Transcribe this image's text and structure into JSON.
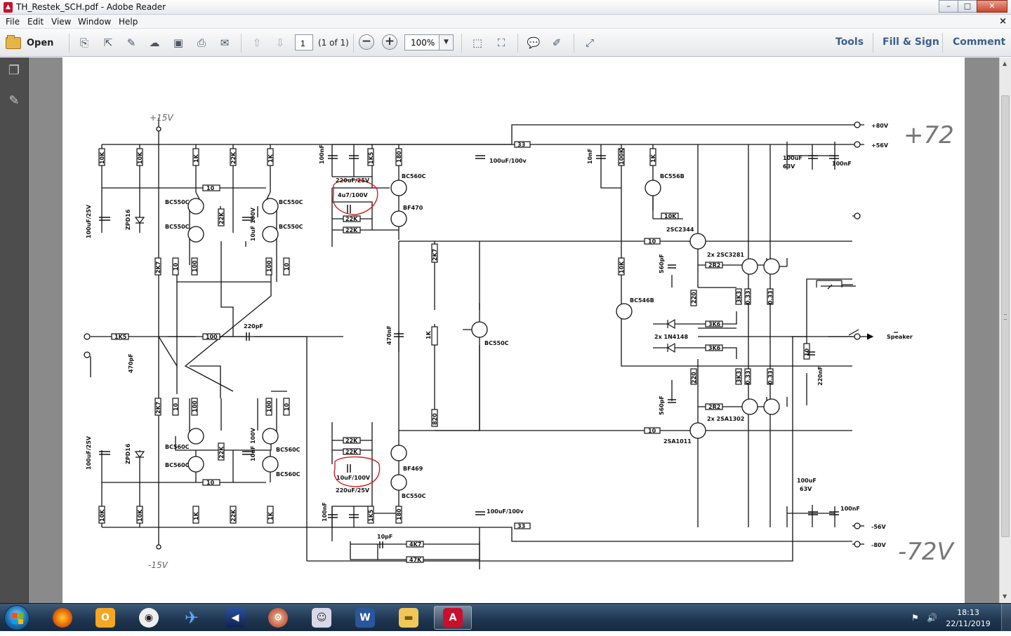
{
  "window": {
    "title": "TH_Restek_SCH.pdf - Adobe Reader",
    "app_icon": "adobe-reader-icon",
    "minimize": "–",
    "maximize": "□",
    "close": "✕"
  },
  "menu": {
    "items": [
      "File",
      "Edit",
      "View",
      "Window",
      "Help"
    ],
    "doc_close": "×"
  },
  "toolbar": {
    "open_label": "Open",
    "page_current": "1",
    "page_of": "(1 of 1)",
    "zoom_out": "−",
    "zoom_in": "+",
    "zoom_value": "100%",
    "zoom_dropdown": "▼",
    "tools_label": "Tools",
    "fill_sign_label": "Fill & Sign",
    "comment_label": "Comment"
  },
  "schematic": {
    "rails": {
      "top_pos_small": "+15V",
      "bottom_neg_small": "-15V",
      "plus80": "+80V",
      "plus56": "+56V",
      "minus56": "-56V",
      "minus80": "-80V",
      "speaker": "Speaker"
    },
    "handwritten": {
      "top_right": "+72",
      "bottom_right": "-72V"
    },
    "transistors": {
      "q_bc550c_tl1": "BC550C",
      "q_bc550c_tr1": "BC550C",
      "q_bc550c_tl2": "BC550C",
      "q_bc550c_tr2": "BC550C",
      "q_bc560c_top": "BC560C",
      "q_bf470": "BF470",
      "q_bc556b": "BC556B",
      "q_2sc2344": "2SC2344",
      "q_2sc3281": "2x 2SC3281",
      "q_bc546b": "BC546B",
      "q_bc550c_mid": "BC550C",
      "q_bc560c_bl1": "BC560C",
      "q_bc560c_br1": "BC560C",
      "q_bc560c_bl2": "BC560C",
      "q_bc560c_br2": "BC560C",
      "q_bf469": "BF469",
      "q_bc550c_bot": "BC550C",
      "q_2sa1011": "2SA1011",
      "q_2sa1302": "2x 2SA1302"
    },
    "diodes": {
      "zd_top": "ZPD16",
      "zd_bot": "ZPD16",
      "d_1n4148": "2x 1N4148"
    },
    "resistors": {
      "r10k_1": "10K",
      "r10k_2": "10K",
      "r1k_1": "1K",
      "r22k_1": "22K",
      "r1k_2": "1K",
      "r1k5_top": "1K5",
      "r180_top": "180",
      "r33_top": "33",
      "r10_top": "10",
      "r22k_a": "22K",
      "r22k_b": "22K",
      "r22k_c": "22K",
      "r2k7_top": "2K7",
      "r10_a": "10",
      "r100_a": "100",
      "r100_b": "100",
      "r10_b": "10",
      "r1k5_in": "1K5",
      "r100_in": "100",
      "r2k7_mid": "2K7",
      "r1k_pot": "1K",
      "r820": "820",
      "r100k": "100K",
      "r1k_top_r": "1K",
      "r10k_bias": "10K",
      "r10_dr": "10",
      "r10k_r": "10K",
      "r2r2_top": "2R2",
      "r3k3_1": "3K3",
      "r033_1": "0.33",
      "r033_2": "0.33",
      "r220_top": "220",
      "r3k6_1": "3K6",
      "r3k6_2": "3K6",
      "r220_bot": "220",
      "r3k3_2": "3K3",
      "r033_3": "0.33",
      "r033_4": "0.33",
      "r2r2_bot": "2R2",
      "r10_dr2": "10",
      "r2k7_bot": "2K7",
      "r10_c": "10",
      "r100_c": "100",
      "r100_d": "100",
      "r10_d": "10",
      "r22k_d": "22K",
      "r22k_e": "22K",
      "r22k_bot": "22K",
      "r10k_3": "10K",
      "r10k_4": "10K",
      "r1k_3": "1K",
      "r22k_f": "22K",
      "r1k_4": "1K",
      "r1k5_bot": "1K5",
      "r180_bot": "180",
      "r10_bot": "10",
      "r33_bot": "33",
      "r4k7": "4K7",
      "r47k": "47K",
      "r10_out": "10"
    },
    "capacitors": {
      "c100uf25_top": "100uF/25V",
      "c100uf25_bot": "100uF/25V",
      "c10uf100_top": "10uF 100V",
      "c10uf100_bot": "10uF 100V",
      "c100nf_top": "100nF",
      "c220uf25_top": "220uF/25V",
      "c4u7": "4u7/100V",
      "c100uf100_top": "100uF/100v",
      "c10nf": "10nF",
      "c100uf63_top": "100uF",
      "c63v_top": "63V",
      "c100nf_r_top": "100nF",
      "c560pf_top": "560pF",
      "c220pf": "220pF",
      "c470pf": "470pF",
      "c470nf": "470nF",
      "c220nf": "220nF",
      "c560pf_bot": "560pF",
      "c10uf100_mid": "10uF/100V",
      "c220uf25_bot": "220uF/25V",
      "c100nf_bot": "100nF",
      "c100uf100_bot": "100uF/100v",
      "c100uf63_bot": "100uF",
      "c63v_bot": "63V",
      "c100nf_r_bot": "100nF",
      "c10pf": "10pF"
    }
  },
  "left_nav": {
    "pages_icon": "pages-icon",
    "attachments_icon": "paperclip-icon"
  },
  "taskbar": {
    "apps": [
      "start",
      "firefox",
      "outlook",
      "app-3",
      "app-4",
      "app-5",
      "app-6",
      "app-7",
      "word",
      "explorer",
      "adobe-reader"
    ],
    "time": "18:13",
    "date": "22/11/2019"
  },
  "colors": {
    "page_bg": "#ffffff",
    "doc_bg": "#8a8a8a",
    "left_pane": "#4d4d4d",
    "link_blue": "#3b5f8a",
    "markup_red": "#cc1f1f"
  }
}
